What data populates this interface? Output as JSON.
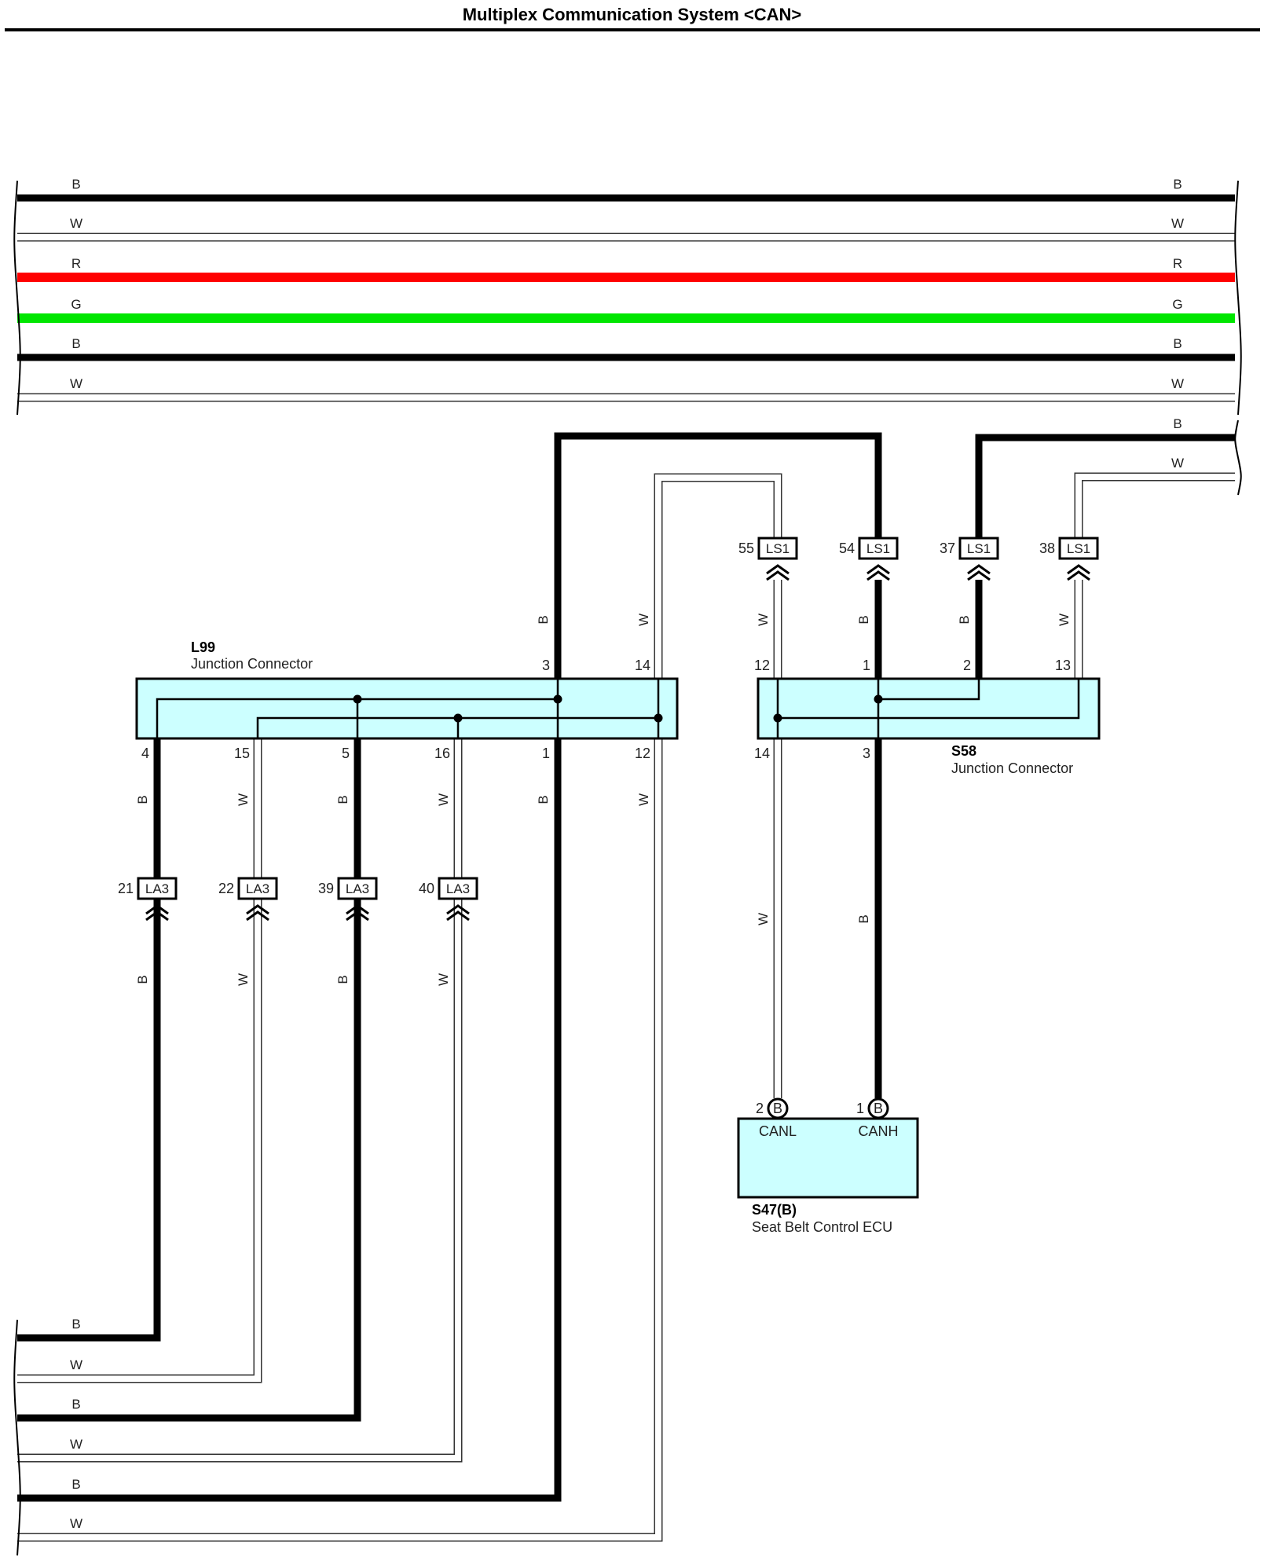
{
  "title": "Multiplex Communication System <CAN>",
  "colors": {
    "black_wire": "#000000",
    "red_wire": "#ff0000",
    "green_wire": "#00e600",
    "connector_fill": "#ccffff"
  },
  "wire_codes": {
    "black": "B",
    "white": "W",
    "red": "R",
    "green": "G"
  },
  "components": {
    "l99": {
      "code": "L99",
      "description": "Junction Connector"
    },
    "s58": {
      "code": "S58",
      "description": "Junction Connector"
    },
    "s47": {
      "code": "S47(B)",
      "description": "Seat Belt Control ECU",
      "terminal_code": "B",
      "pin_canl": "2",
      "pin_canh": "1",
      "label_canl": "CANL",
      "label_canh": "CANH"
    }
  },
  "l99_pins": {
    "top_b": "3",
    "top_w": "14",
    "bot_1": "4",
    "bot_2": "15",
    "bot_3": "5",
    "bot_4": "16",
    "bot_5": "1",
    "bot_6": "12"
  },
  "s58_pins": {
    "top_1": "12",
    "top_2": "1",
    "top_3": "2",
    "top_4": "13",
    "bot_w": "14",
    "bot_b": "3"
  },
  "ls1_connectors": {
    "code": "LS1",
    "pins": [
      "55",
      "54",
      "37",
      "38"
    ]
  },
  "la3_connectors": {
    "code": "LA3",
    "pins": [
      "21",
      "22",
      "39",
      "40"
    ]
  }
}
